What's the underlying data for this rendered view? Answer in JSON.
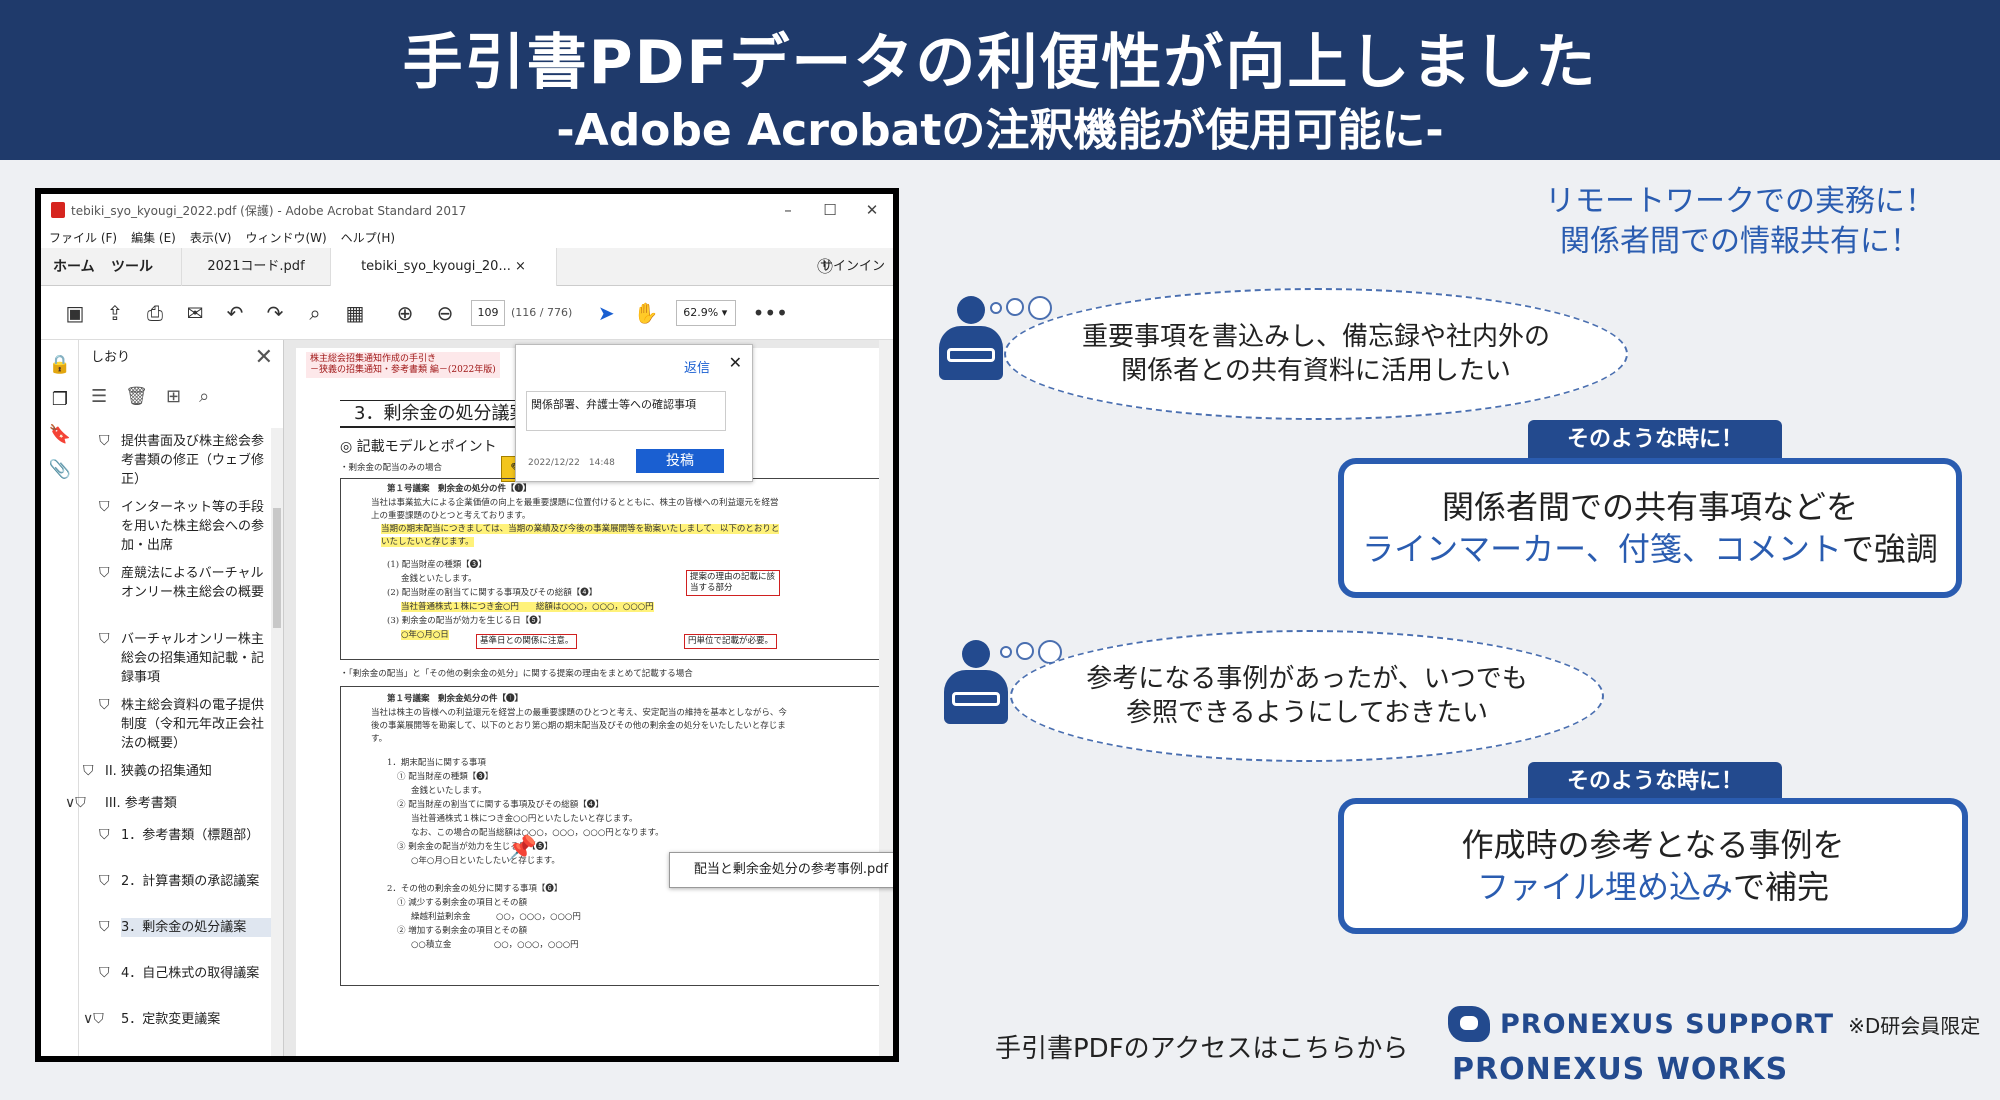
{
  "banner": {
    "title": "手引書PDFデータの利便性が向上しました",
    "subtitle": "-Adobe Acrobatの注釈機能が使用可能に-"
  },
  "acrobat": {
    "window_title": "tebiki_syo_kyougi_2022.pdf (保護) - Adobe Acrobat Standard 2017",
    "menu": [
      "ファイル (F)",
      "編集 (E)",
      "表示(V)",
      "ウィンドウ(W)",
      "ヘルプ(H)"
    ],
    "tabs": {
      "home": "ホーム",
      "tools": "ツール",
      "file1": "2021コード.pdf",
      "file2": "tebiki_syo_kyougi_20...",
      "signin": "サインイン"
    },
    "page_number": "109",
    "page_count": "(116 / 776)",
    "zoom": "62.9%",
    "bookmarks_title": "しおり",
    "bookmarks": [
      "提供書面及び株主総会参考書類の修正（ウェブ修正）",
      "インターネット等の手段を用いた株主総会への参加・出席",
      "産競法によるバーチャルオンリー株主総会の概要",
      "バーチャルオンリー株主総会の招集通知記載・記録事項",
      "株主総会資料の電子提供制度（令和元年改正会社法の概要）",
      "II. 狭義の招集通知",
      "III. 参考書類",
      "1．参考書類（標題部）",
      "2．計算書類の承認議案",
      "3．剰余金の処分議案",
      "4．自己株式の取得議案",
      "5．定款変更議案"
    ],
    "page": {
      "header_line1": "株主総会招集通知作成の手引き",
      "header_line2": "－狭義の招集通知・参考書類 編－(2022年版)",
      "section_title": "3．剰余金の処分議案",
      "subsection": "◎ 記載モデルとポイント",
      "case1": "・剰余金の配当のみの場合",
      "case2": "・「剰余金の配当」と「その他の剰余金の処分」に関する提案の理由をまとめて記載する場合",
      "agenda1": "第１号議案　剰余金の処分の件【❶】",
      "agenda2": "第１号議案　剰余金処分の件【❶】",
      "body1": "当社は事業拡大による企業価値の向上を最重要課題に位置付けるとともに、株主の皆様への利益還元を経営上の重要課題のひとつと考えております。",
      "body1b": "当期の期末配当につきましては、当期の業績及び今後の事業展開等を勘案いたしまして、以下のとおりといたしたいと存じます。",
      "item1": "(1) 配当財産の種類【❸】",
      "item1v": "金銭といたします。",
      "item2": "(2) 配当財産の割当てに関する事項及びその総額【❹】",
      "item2v": "当社普通株式１株につき金○円　　総額は○○○，○○○，○○○円",
      "item3": "(3) 剰余金の配当が効力を生じる日【❺】",
      "item3v": "○年○月○日",
      "tag1": "提案の理由の記載に該当する部分",
      "tag2": "基準日との関係に注意。",
      "tag3": "円単位で記載が必要。",
      "body2": "当社は株主の皆様への利益還元を経営上の最重要課題のひとつと考え、安定配当の維持を基本としながら、今後の事業展開等を勘案して、以下のとおり第○期の期末配当及びその他の剰余金の処分をいたしたいと存じます。",
      "b2_1": "1．期末配当に関する事項",
      "b2_1a": "① 配当財産の種類【❸】",
      "b2_1av": "金銭といたします。",
      "b2_1b": "② 配当財産の割当てに関する事項及びその総額【❹】",
      "b2_1bv": "当社普通株式１株につき金○○円といたしたいと存じます。",
      "b2_1bw": "なお、この場合の配当総額は○○○，○○○，○○○円となります。",
      "b2_1c": "③ 剰余金の配当が効力を生じる日【❺】",
      "b2_1cv": "○年○月○日といたしたいと存じます。",
      "b2_2": "2．その他の剰余金の処分に関する事項【❻】",
      "b2_2a": "① 減少する剰余金の項目とその額",
      "b2_2av": "繰越利益剰余金　　　○○，○○○，○○○円",
      "b2_2b": "② 増加する剰余金の項目とその額",
      "b2_2bv": "○○積立金　　　　　○○，○○○，○○○円"
    },
    "comment": {
      "reply": "返信",
      "text": "関係部署、弁護士等への確認事項",
      "date": "2022/12/22　14:48",
      "post": "投稿"
    },
    "attachment_tooltip": "配当と剰余金処分の参考事例.pdf"
  },
  "right": {
    "headline_line1": "リモートワークでの実務に！",
    "headline_line2": "関係者間での情報共有に！",
    "bubble1_line1": "重要事項を書込みし、備忘録や社内外の",
    "bubble1_line2": "関係者との共有資料に活用したい",
    "tag": "そのような時に！",
    "sol1_line1": "関係者間での共有事項などを",
    "sol1_blue": "ラインマーカー、付箋、コメント",
    "sol1_rest": "で強調",
    "bubble2_line1": "参考になる事例があったが、いつでも",
    "bubble2_line2": "参照できるようにしておきたい",
    "sol2_line1": "作成時の参考となる事例を",
    "sol2_blue": "ファイル埋め込み",
    "sol2_rest": "で補完"
  },
  "footer": {
    "access": "手引書PDFのアクセスはこちらから",
    "brand1": "PRONEXUS SUPPORT",
    "brand1_note": "※D研会員限定",
    "brand2": "PRONEXUS WORKS"
  },
  "colors": {
    "navy": "#1f3a6b",
    "accent_blue": "#2a5cb0",
    "highlight": "#fff27a",
    "acrobat_blue": "#1a5fd1"
  }
}
